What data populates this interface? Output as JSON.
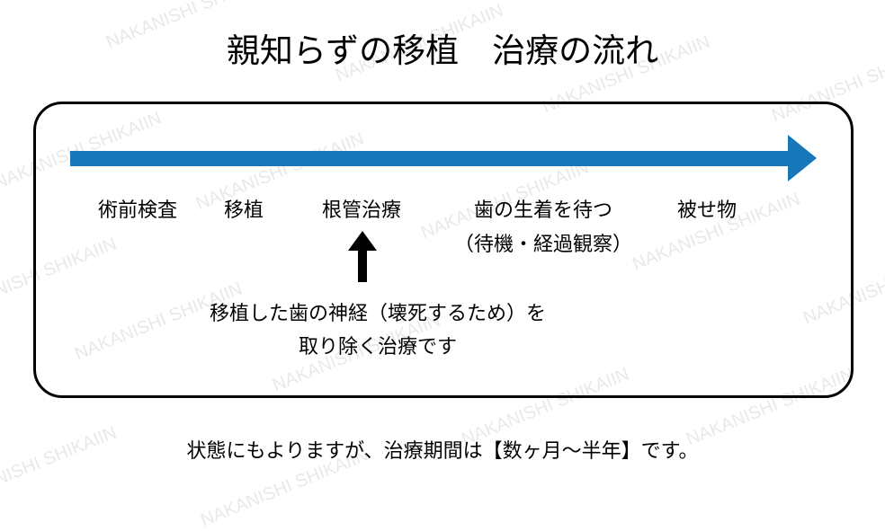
{
  "title": "親知らずの移植　治療の流れ",
  "steps": [
    "術前検査",
    "移植",
    "根管治療",
    "歯の生着を待つ",
    "被せ物"
  ],
  "step_sub": "（待機・経過観察）",
  "note": [
    "移植した歯の神経（壊死するため）を",
    "取り除く治療です"
  ],
  "footer": "状態にもよりますが、治療期間は【数ヶ月〜半年】です。",
  "watermark": "NAKANISHI SHIKAIIN",
  "colors": {
    "arrow": "#1777b8"
  }
}
